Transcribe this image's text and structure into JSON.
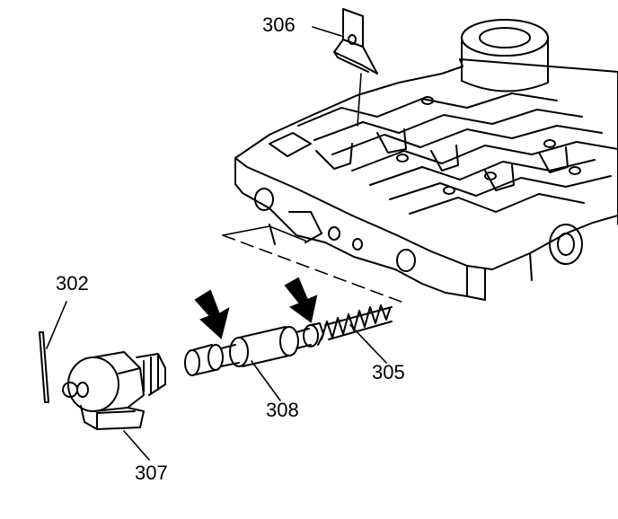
{
  "callouts": {
    "c306": "306",
    "c302": "302",
    "c305": "305",
    "c308": "308",
    "c307": "307"
  }
}
